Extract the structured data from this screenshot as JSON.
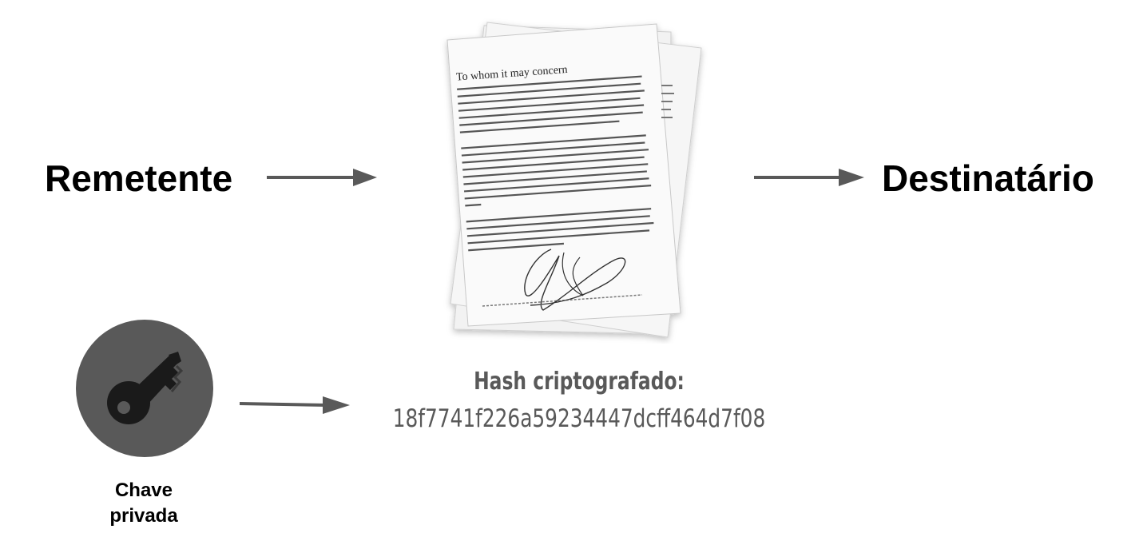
{
  "diagram": {
    "sender_label": "Remetente",
    "recipient_label": "Destinatário",
    "document": {
      "heading": "To whom it may concern",
      "icon": "signed-document-icon"
    },
    "key": {
      "icon": "key-icon",
      "label_line1": "Chave",
      "label_line2": "privada"
    },
    "hash": {
      "title": "Hash criptografado:",
      "value": "18f7741f226a59234447dcff464d7f08"
    },
    "colors": {
      "arrow": "#595959",
      "hash_text": "#595959",
      "key_circle": "#595959",
      "key_glyph": "#1a1a1a"
    }
  }
}
